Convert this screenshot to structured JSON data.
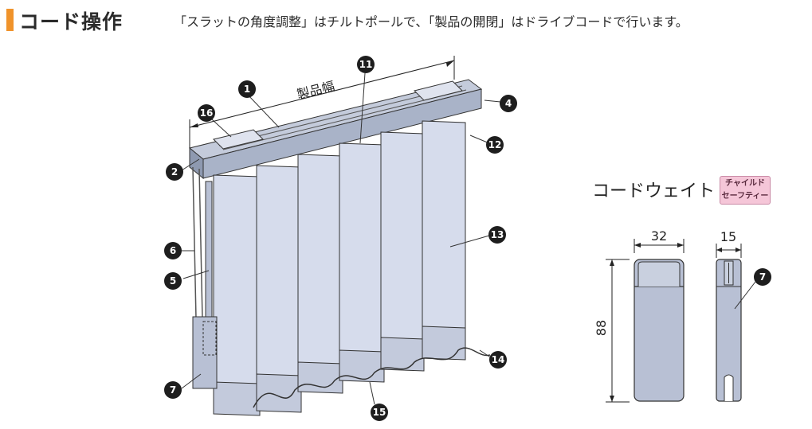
{
  "heading": "コード操作",
  "description": "「スラットの角度調整」はチルトポールで、「製品の開閉」はドライブコードで行います。",
  "product_width_label": "製品幅",
  "callouts": {
    "c1": "1",
    "c2": "2",
    "c4": "4",
    "c5": "5",
    "c6": "6",
    "c7": "7",
    "c11": "11",
    "c12": "12",
    "c13": "13",
    "c14": "14",
    "c15": "15",
    "c16": "16",
    "c7b": "7"
  },
  "cord_weight": {
    "title": "コードウェイト",
    "badge_line1": "チャイルド",
    "badge_line2": "セーフティー",
    "width_dim": "32",
    "depth_dim": "15",
    "height_dim": "88"
  },
  "colors": {
    "accent": "#f0932b",
    "slat_fill": "#d6dcec",
    "rail_fill": "#a9b3c8",
    "callout_fill": "#1e1e1e",
    "badge_fill": "#f5c6d8"
  }
}
